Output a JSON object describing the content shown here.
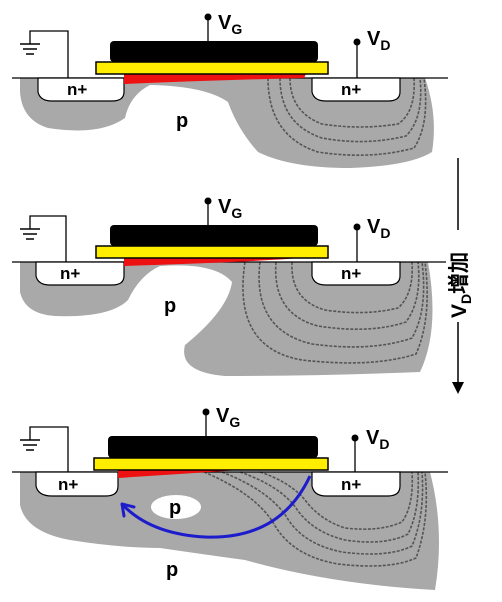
{
  "colors": {
    "gate": "#000000",
    "oxide": "#ffee00",
    "channel": "#ee1111",
    "depletion": "#a9a9a9",
    "contour": "#555555",
    "arrow": "#1c1ccc",
    "wire": "#000000"
  },
  "labels": {
    "gate_terminal": "V",
    "gate_sub": "G",
    "drain_terminal": "V",
    "drain_sub": "D",
    "source_region": "n+",
    "drain_region": "n+",
    "substrate": "p"
  },
  "side_label": {
    "prefix": "V",
    "sub": "D",
    "text": "增加"
  }
}
